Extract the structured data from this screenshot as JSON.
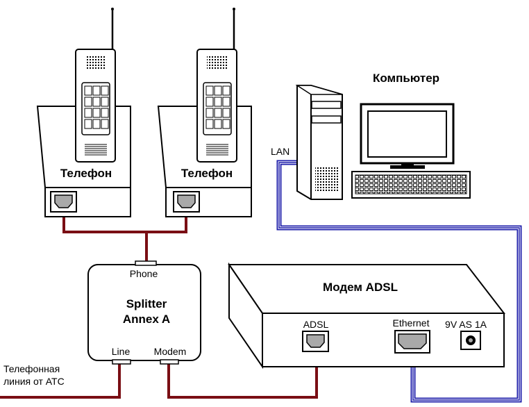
{
  "labels": {
    "phone_left": "Телефон",
    "phone_right": "Телефон",
    "computer": "Компьютер",
    "lan": "LAN",
    "splitter_phone": "Phone",
    "splitter_title_1": "Splitter",
    "splitter_title_2": "Annex A",
    "splitter_line": "Line",
    "splitter_modem": "Modem",
    "modem_title": "Модем ADSL",
    "modem_adsl": "ADSL",
    "modem_ethernet": "Ethernet",
    "modem_power": "9V AS 1A",
    "line_caption_1": "Телефонная",
    "line_caption_2": "линия от АТС"
  },
  "colors": {
    "phone_cable": "#7a0e14",
    "lan_cable": "#1e1eaa",
    "port_fill": "#a9a9a9"
  }
}
